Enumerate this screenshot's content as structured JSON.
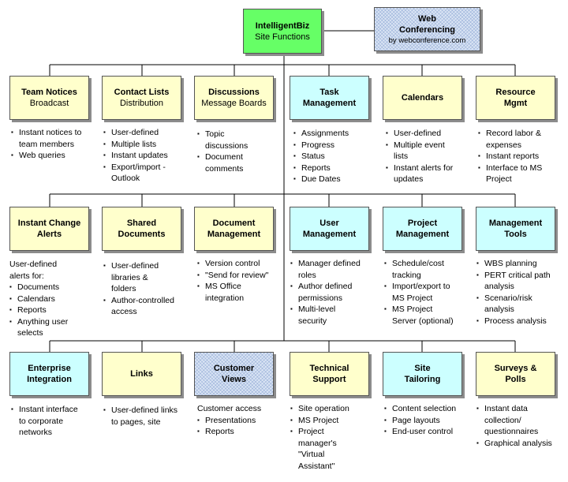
{
  "top": {
    "main": {
      "title": "IntelligentBiz",
      "subtitle": "Site Functions"
    },
    "web": {
      "title": "Web Conferencing",
      "subtitle": "by webconference.com"
    }
  },
  "rows": [
    [
      {
        "title": "Team Notices",
        "subtitle": "Broadcast",
        "intro": "",
        "bullets": [
          "Instant notices to team members",
          "Web queries"
        ]
      },
      {
        "title": "Contact Lists",
        "subtitle": "Distribution",
        "intro": "",
        "bullets": [
          "User-defined",
          "Multiple lists",
          "Instant updates",
          "Export/import - Outlook"
        ]
      },
      {
        "title": "Discussions",
        "subtitle": "Message Boards",
        "intro": "",
        "bullets": [
          "Topic discussions",
          "Document comments"
        ]
      },
      {
        "title": "Task Management",
        "subtitle": "",
        "intro": "",
        "bullets": [
          "Assignments",
          "Progress",
          "Status",
          "Reports",
          "Due Dates"
        ]
      },
      {
        "title": "Calendars",
        "subtitle": "",
        "intro": "",
        "bullets": [
          "User-defined",
          "Multiple event lists",
          "Instant alerts for updates"
        ]
      },
      {
        "title": "Resource Mgmt",
        "subtitle": "",
        "intro": "",
        "bullets": [
          "Record labor & expenses",
          "Instant reports",
          "Interface to MS Project"
        ]
      }
    ],
    [
      {
        "title": "Instant Change Alerts",
        "subtitle": "",
        "intro": "User-defined alerts for:",
        "bullets": [
          "Documents",
          "Calendars",
          "Reports",
          "Anything user selects"
        ]
      },
      {
        "title": "Shared Documents",
        "subtitle": "",
        "intro": "",
        "bullets": [
          "User-defined libraries & folders",
          "Author-controlled access"
        ]
      },
      {
        "title": "Document Management",
        "subtitle": "",
        "intro": "",
        "bullets": [
          "Version control",
          "\"Send for review\"",
          "MS Office integration"
        ]
      },
      {
        "title": "User Management",
        "subtitle": "",
        "intro": "",
        "bullets": [
          "Manager defined roles",
          "Author defined permissions",
          "Multi-level security"
        ]
      },
      {
        "title": "Project Management",
        "subtitle": "",
        "intro": "",
        "bullets": [
          "Schedule/cost tracking",
          "Import/export to MS Project",
          "MS Project Server (optional)"
        ]
      },
      {
        "title": "Management Tools",
        "subtitle": "",
        "intro": "",
        "bullets": [
          "WBS planning",
          "PERT critical path analysis",
          "Scenario/risk analysis",
          "Process analysis"
        ]
      }
    ],
    [
      {
        "title": "Enterprise Integration",
        "subtitle": "",
        "intro": "",
        "bullets": [
          "Instant interface to corporate networks"
        ]
      },
      {
        "title": "Links",
        "subtitle": "",
        "intro": "",
        "bullets": [
          "User-defined links to pages, site"
        ]
      },
      {
        "title": "Customer Views",
        "subtitle": "",
        "intro": "Customer access",
        "bullets": [
          "Presentations",
          "Reports"
        ]
      },
      {
        "title": "Technical Support",
        "subtitle": "",
        "intro": "",
        "bullets": [
          "Site operation",
          "MS Project",
          "Project manager's \"Virtual Assistant\""
        ]
      },
      {
        "title": "Site Tailoring",
        "subtitle": "",
        "intro": "",
        "bullets": [
          "Content selection",
          "Page layouts",
          "End-user control"
        ]
      },
      {
        "title": "Surveys & Polls",
        "subtitle": "",
        "intro": "",
        "bullets": [
          "Instant data collection/ questionnaires",
          "Graphical analysis"
        ]
      }
    ]
  ],
  "colors": {
    "yellow": "#ffffcc",
    "cyan": "#ccffff",
    "green": "#66ff66",
    "hatched_blue": "#dce6f5",
    "line": "#000000"
  }
}
